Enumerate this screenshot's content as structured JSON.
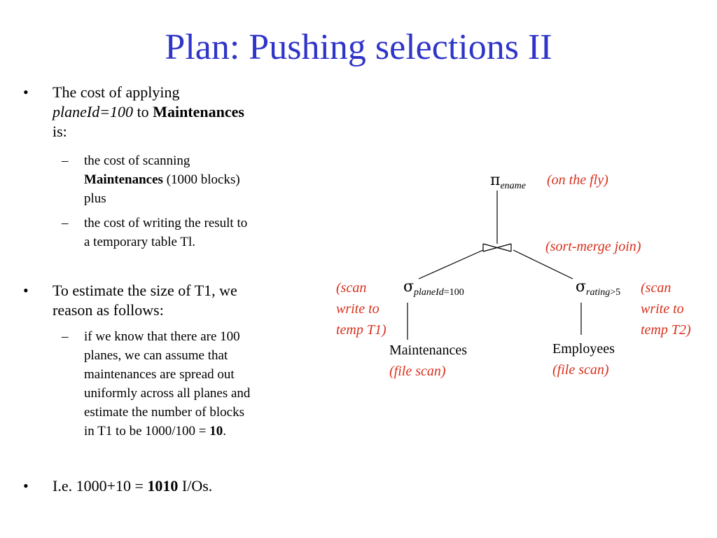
{
  "slide": {
    "title": "Plan: Pushing selections II",
    "bullets": {
      "b1": {
        "line1": "The cost of applying",
        "italic": "planeId=100",
        "to": " to ",
        "bold": "Maintenances",
        "line3": "is:",
        "sub1": {
          "line1": "the cost of scanning",
          "bold": "Maintenances",
          "rest": " (1000 blocks)",
          "line3": "plus"
        },
        "sub2": {
          "line1": "the cost of writing the result to",
          "line2": "a temporary table Tl."
        }
      },
      "b2": {
        "line1": "To estimate the size of T1, we",
        "line2": "reason as follows:",
        "sub1": {
          "line1": "if we know that there are 100",
          "line2": "planes, we can assume that",
          "line3": "maintenances are spread out",
          "line4": "uniformly across all planes and",
          "line5": "estimate the number of blocks",
          "line6_pre": "in T1 to be 1000/100 = ",
          "line6_bold": "10",
          "line6_post": "."
        }
      },
      "b3": {
        "pre": "I.e. 1000+10 = ",
        "bold": "1010",
        "post": " I/Os."
      }
    },
    "bullet_char": "•",
    "dash_char": "–"
  },
  "plan_tree": {
    "projection": {
      "symbol": "π",
      "sub": "ename",
      "note": "(on the fly)"
    },
    "join": {
      "symbol": "⋈",
      "note": "(sort-merge join)"
    },
    "left_select": {
      "symbol": "σ",
      "sub": "planeId",
      "sub_rest": "=100",
      "note_lines": [
        "(scan",
        "write to",
        "temp T1)"
      ]
    },
    "right_select": {
      "symbol": "σ",
      "sub": "rating",
      "sub_rest": ">5",
      "note_lines": [
        "(scan",
        "write to",
        "temp T2)"
      ]
    },
    "left_relation": {
      "name": "Maintenances",
      "note": "(file scan)"
    },
    "right_relation": {
      "name": "Employees",
      "note": "(file scan)"
    }
  },
  "colors": {
    "title": "#2f35c8",
    "annotation": "#d8301c",
    "text": "#000000"
  }
}
